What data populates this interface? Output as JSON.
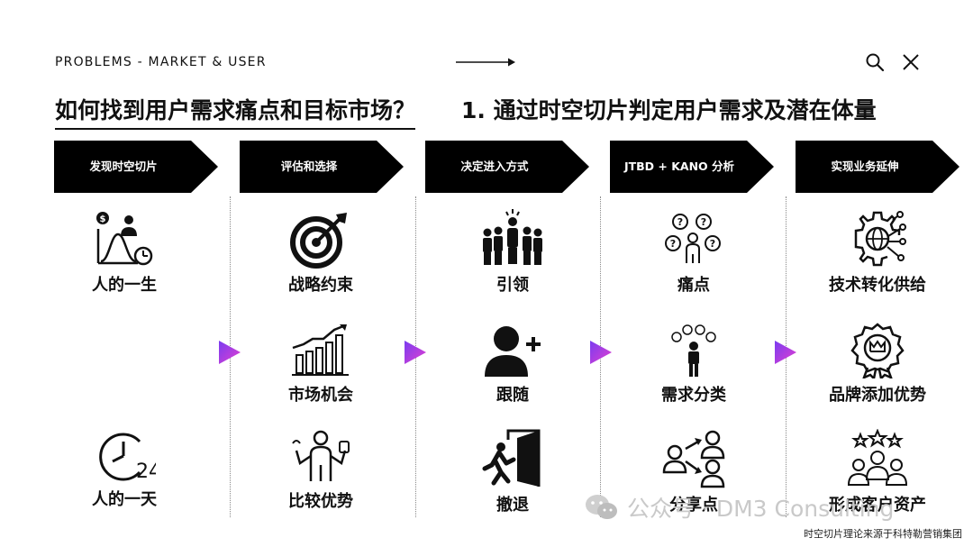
{
  "topbar": {
    "title": "PROBLEMS - MARKET & USER"
  },
  "headline": {
    "left": "如何找到用户需求痛点和目标市场？",
    "right": "1. 通过时空切片判定用户需求及潜在体量"
  },
  "steps": [
    {
      "label": "发现时空切片"
    },
    {
      "label": "评估和选择"
    },
    {
      "label": "决定进入方式"
    },
    {
      "label": "JTBD + KANO 分析"
    },
    {
      "label": "实现业务延伸"
    }
  ],
  "columns": [
    {
      "items": [
        {
          "label": "人的一生",
          "icon": "life-curve-icon"
        },
        {
          "label": "人的一天",
          "icon": "clock-24-icon"
        }
      ]
    },
    {
      "items": [
        {
          "label": "战略约束",
          "icon": "target-icon"
        },
        {
          "label": "市场机会",
          "icon": "growth-chart-icon"
        },
        {
          "label": "比较优势",
          "icon": "compare-person-icon"
        }
      ]
    },
    {
      "items": [
        {
          "label": "引领",
          "icon": "leader-group-icon"
        },
        {
          "label": "跟随",
          "icon": "add-user-icon"
        },
        {
          "label": "撤退",
          "icon": "exit-door-icon"
        }
      ]
    },
    {
      "items": [
        {
          "label": "痛点",
          "icon": "question-person-icon"
        },
        {
          "label": "需求分类",
          "icon": "needs-person-icon"
        },
        {
          "label": "分享点",
          "icon": "share-users-icon"
        }
      ]
    },
    {
      "items": [
        {
          "label": "技术转化供给",
          "icon": "tech-gear-icon"
        },
        {
          "label": "品牌添加优势",
          "icon": "brand-badge-icon"
        },
        {
          "label": "形成客户资产",
          "icon": "customer-stars-icon"
        }
      ]
    }
  ],
  "watermark": {
    "text": "公众号 · DM3 Consulting"
  },
  "footnote": "时空切片理论来源于科特勒营销集团",
  "colors": {
    "arrow_fill": "#000000",
    "play_gradient_start": "#7a3cf0",
    "play_gradient_end": "#e23fd0"
  }
}
